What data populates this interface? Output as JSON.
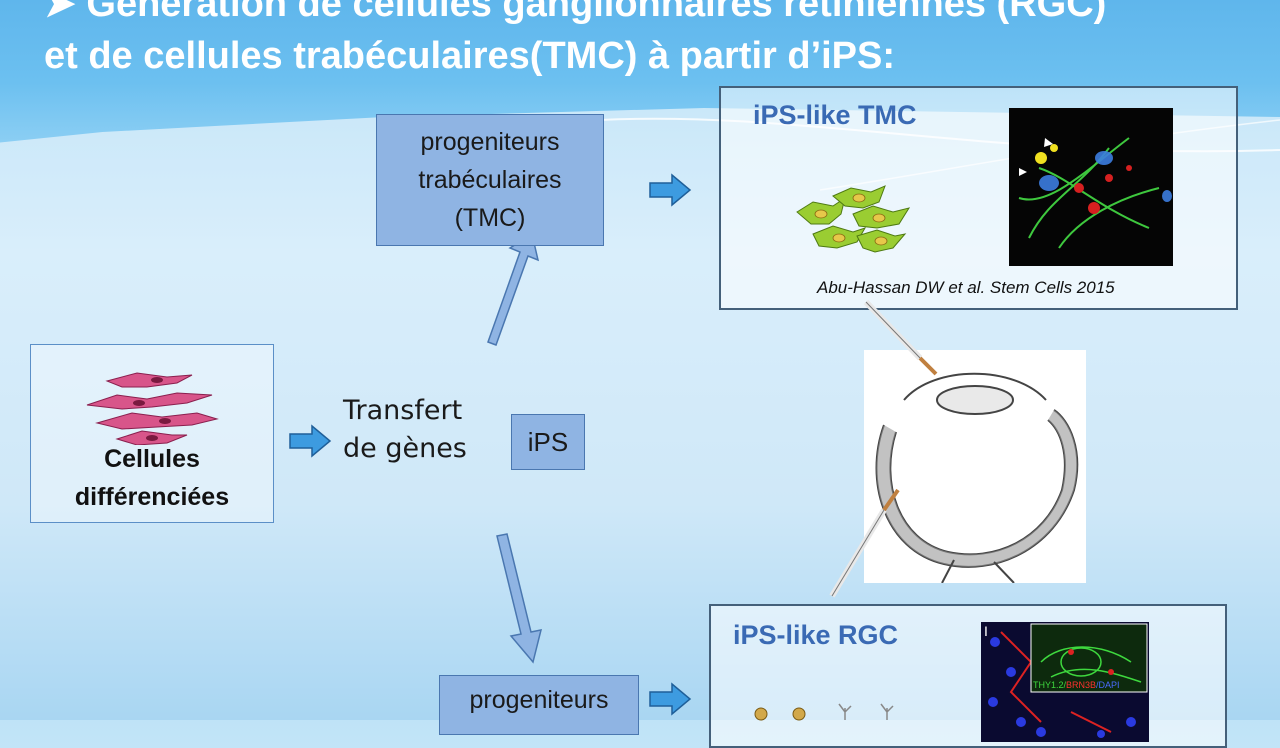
{
  "title": {
    "line1": "➤ Génération de cellules ganglionnaires rétiniennes (RGC)",
    "line2": "et de cellules trabéculaires(TMC) à partir d’iPS:"
  },
  "left_box": {
    "line1": "Cellules",
    "line2": "différenciées"
  },
  "transfer": {
    "line1": "Transfert",
    "line2": "de gènes"
  },
  "ips_box": "iPS",
  "tmc_progenitor": {
    "line1": "progeniteurs",
    "line2": "trabéculaires",
    "line3": "(TMC)"
  },
  "rgc_progenitor": {
    "line1": "progeniteurs"
  },
  "tmc_panel": {
    "title": "iPS-like TMC",
    "citation": "Abu-Hassan DW et al. Stem Cells 2015"
  },
  "rgc_panel": {
    "title": "iPS-like RGC",
    "stain_label_1": "THY1.2/",
    "stain_label_2": "BRN3B",
    "stain_label_3": "/DAPI",
    "panel_letter": "I"
  },
  "colors": {
    "header": "#5fb6ec",
    "box_fill": "#8fb4e3",
    "panel_title": "#3a6ab4",
    "arrow": "#3d9be0"
  }
}
